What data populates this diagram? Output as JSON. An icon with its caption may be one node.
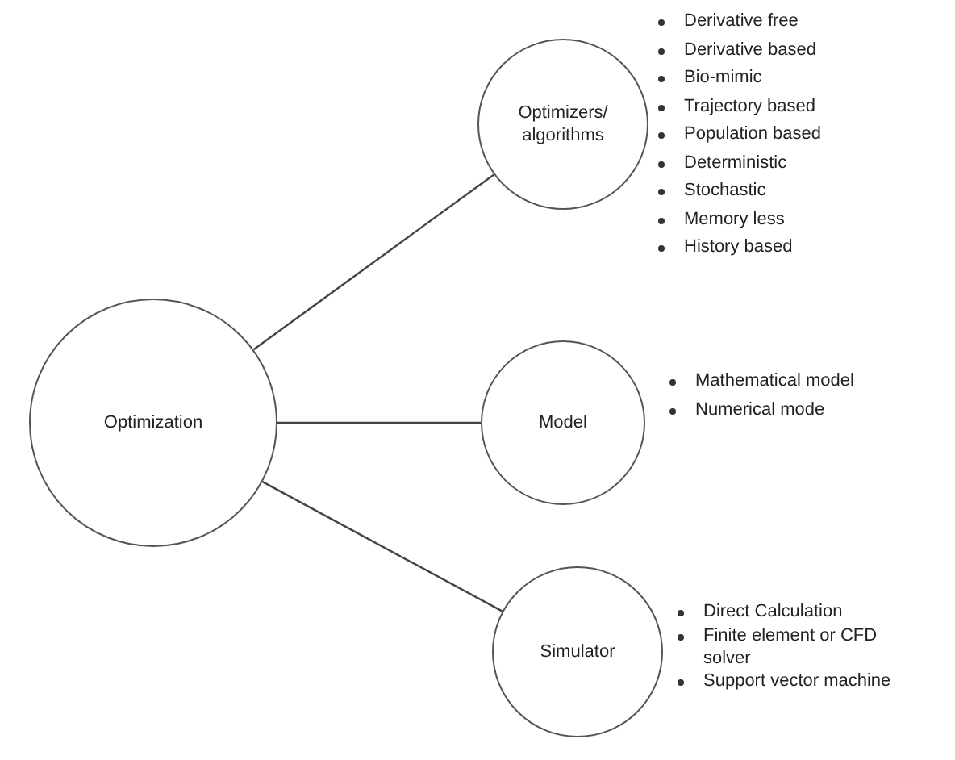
{
  "diagram": {
    "nodes": [
      {
        "text": [
          "Optimization"
        ]
      },
      {
        "text": [
          "Optimizers/ algorithms"
        ],
        "beside": [
          "Derivative free",
          "Derivative based",
          "Bio-mimic",
          "Trajectory based",
          "Population based",
          "Deterministic",
          "Stochastic",
          "Memory less",
          "History based"
        ]
      },
      {
        "text": [
          "Model"
        ],
        "beside": [
          "Mathematical model",
          "Numerical mode"
        ]
      },
      {
        "text": [
          "Simulator"
        ],
        "beside": [
          "Direct Calculation",
          "Finite element or CFD solver",
          "Support vector machine"
        ]
      }
    ],
    "edges": [
      {
        "from": 0,
        "to": 1,
        "arrow": "none"
      },
      {
        "from": 0,
        "to": 2,
        "arrow": "none"
      },
      {
        "from": 0,
        "to": 3,
        "arrow": "none"
      }
    ]
  }
}
